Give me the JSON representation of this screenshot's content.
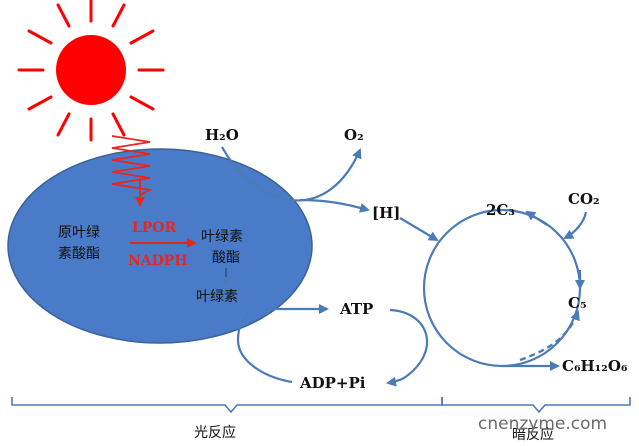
{
  "labels": {
    "h2o": "H₂O",
    "o2": "O₂",
    "h": "[H]",
    "two_c3": "2C₃",
    "co2": "CO₂",
    "c5": "C₅",
    "glucose": "C₆H₁₂O₆",
    "atp": "ATP",
    "adp_pi": "ADP+Pi",
    "protochlorophyllide_line1": "原叶绿",
    "protochlorophyllide_line2": "素酸酯",
    "lpor": "LPOR",
    "nadph": "NADPH",
    "chlorophyllide_line1": "叶绿素",
    "chlorophyllide_line2": "酸酯",
    "chlorophyll": "叶绿素",
    "light_reaction": "光反应",
    "dark_reaction": "暗反应"
  },
  "watermark": "cnenzyme.com",
  "colors": {
    "sun": "#ff0000",
    "ellipse_fill": "#4a7bc9",
    "ellipse_stroke": "#3a6199",
    "arrow": "#4a7bb7",
    "accent_red": "#e8261d",
    "text": "#111111"
  }
}
